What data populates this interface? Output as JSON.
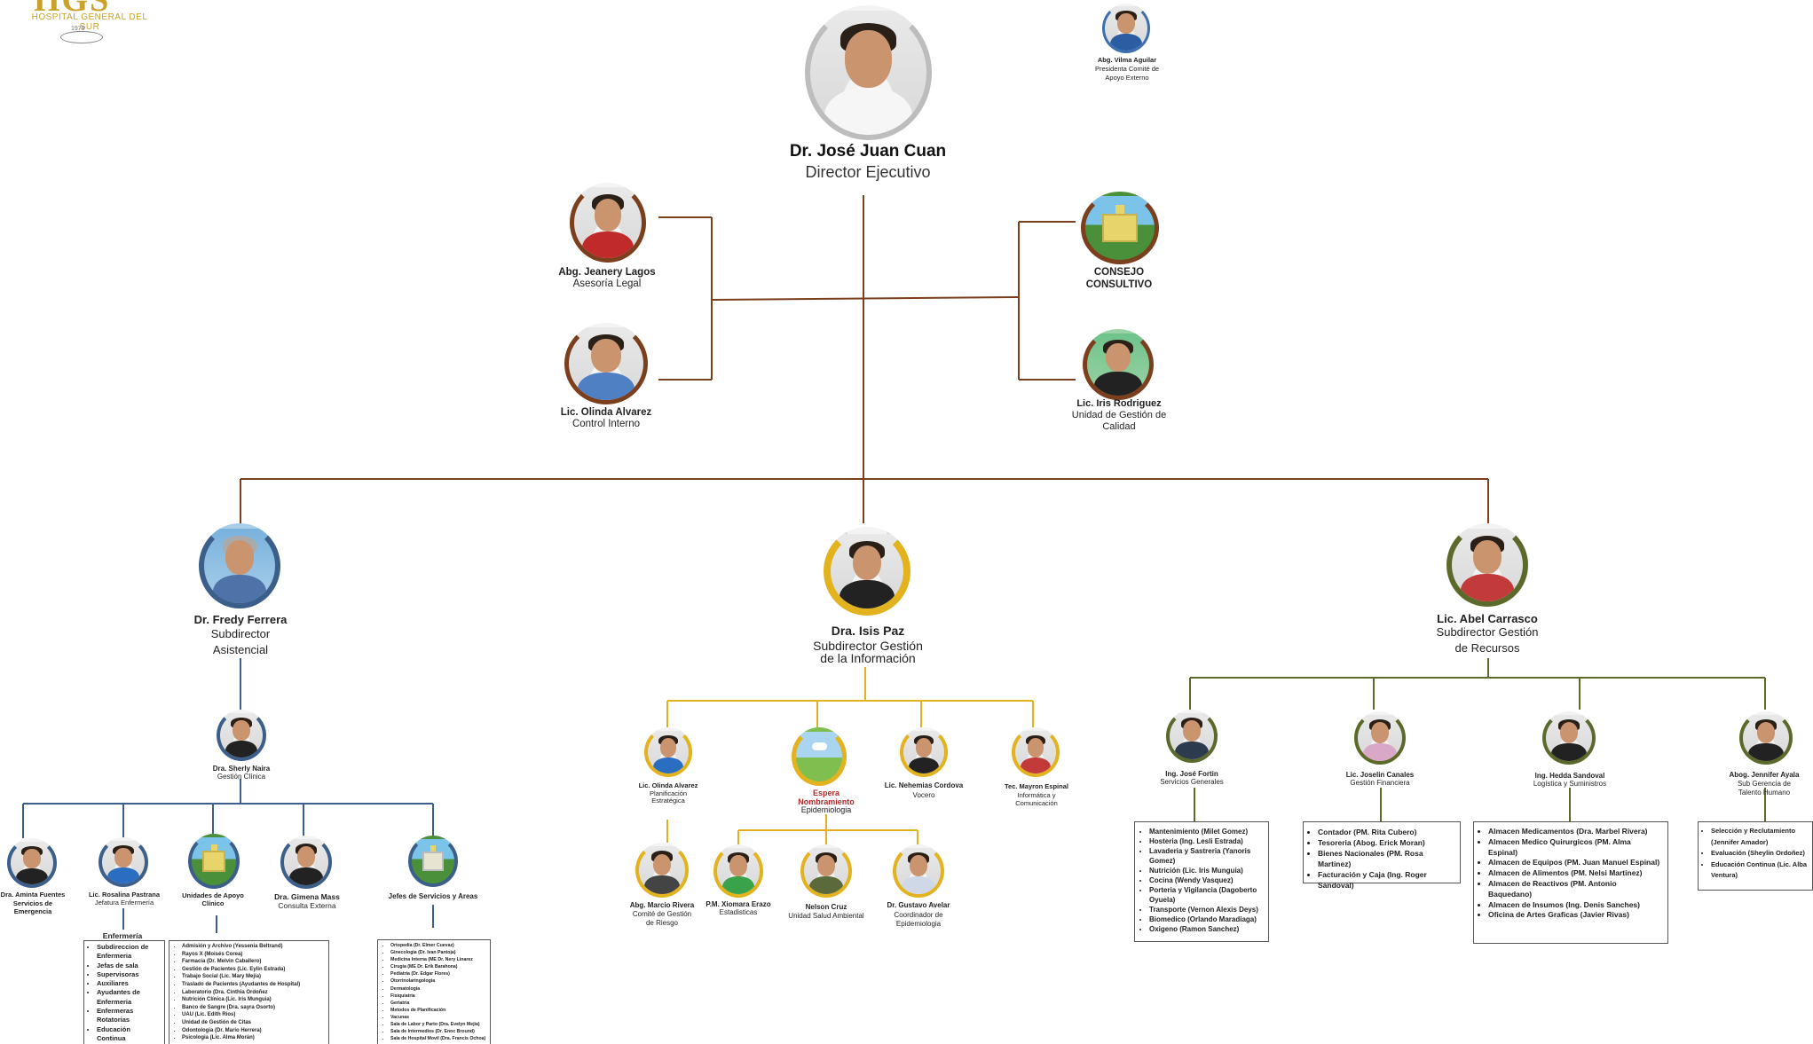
{
  "logo": {
    "letters": "HGS",
    "name": "HOSPITAL GENERAL DEL SUR",
    "year": "1979"
  },
  "colors": {
    "brown": "#7b3f1d",
    "blue": "#3b5f8a",
    "yellow": "#e3b21f",
    "olive": "#5b6a2b",
    "red": "#b02a2a"
  },
  "director": {
    "name": "Dr. José Juan Cuan",
    "role": "Director Ejecutivo"
  },
  "vilma": {
    "name": "Abg. Vilma Aguilar",
    "role_1": "Presidenta Comité de",
    "role_2": "Apoyo Externo"
  },
  "jeanery": {
    "name": "Abg. Jeanery Lagos",
    "role": "Asesoría Legal"
  },
  "olinda_ci": {
    "name": "Lic. Olinda Alvarez",
    "role": "Control Interno"
  },
  "consejo": {
    "line_1": "CONSEJO",
    "line_2": "CONSULTIVO"
  },
  "iris": {
    "name": "Lic. Iris Rodriguez",
    "role_1": "Unidad de Gestión de",
    "role_2": "Calidad"
  },
  "fredy": {
    "name": "Dr. Fredy Ferrera",
    "role_1": "Subdirector",
    "role_2": "Asistencial"
  },
  "isis": {
    "name": "Dra. Isis Paz",
    "role_1": "Subdirector Gestión",
    "role_2": "de la Información"
  },
  "abel": {
    "name": "Lic. Abel Carrasco",
    "role_1": "Subdirector Gestión",
    "role_2": "de Recursos"
  },
  "sherly": {
    "name": "Dra. Sherly Naira",
    "role": "Gestión Clínica"
  },
  "asistencial_children": [
    {
      "name_1": "Dra. Aminta Fuentes",
      "name_2": "Servicios de",
      "name_3": "Emergencia"
    },
    {
      "name_1": "Lic. Rosalina Pastrana",
      "name_2": "Jefatura Enfermería",
      "name_3": ""
    },
    {
      "name_1": "Unidades de Apoyo",
      "name_2": "Clínico",
      "name_3": ""
    },
    {
      "name_1": "Dra. Gimena Mass",
      "name_2": "Consulta Externa",
      "name_3": ""
    },
    {
      "name_1": "Jefes de Servicios y Areas",
      "name_2": "",
      "name_3": ""
    }
  ],
  "enfermeria": {
    "title": "Enfermería",
    "items": [
      "Subdireccion de Enfermeria",
      "Jefas de sala",
      "Supervisoras",
      "Auxiliares",
      "Ayudantes de Enfermeria",
      "Enfermeras Rotatorias",
      "Educación Continua"
    ]
  },
  "apoyo_clinico_items": [
    "Admisión y Archivo (Yessenia Beltrand)",
    "Rayos X (Moisés Corea)",
    "Farmacia (Dr. Melvin Caballero)",
    "Gestión de Pacientes (Lic. Eylin Estrada)",
    "Trabajo Social (Lic. Mary Mejía)",
    "Traslado de Pacientes (Ayudantes de Hospital)",
    "Laboratorio (Dra. Cinthia Ordoñez",
    "Nutrición Clínica (Lic. Iris Munguia)",
    "Banco de Sangre (Dra. sayra Osorto)",
    "UAU (Lic. Edith Rios)",
    "Unidad de Gestión de Citas",
    "Odontologia (Dr. Mario Herrera)",
    "Psicologia (Lic. Alma Morán)"
  ],
  "jefes_items": [
    "Ortopedia (Dr. Elmer Cuevaz)",
    "Ginecologia (Dr. Ivan Pantoja)",
    "Medicina Interna (ME Dr. Nery Linarez",
    "Cirugia (ME Dr. Erik Barahona)",
    "Pediatria (Dr. Edgar Flores)",
    "Otorrinolaringologia",
    "Dermatologia",
    "Fisiquiatria",
    "Geriatria",
    "Metodos de Planificación",
    "Vacunas",
    "Sala de Labor y Parto (Dra. Evelyn Mejia)",
    "Sala de Intermedios (Dr. Enoc Bround)",
    "Sala de Hospital Movil (Dra. Francis Ochoa)"
  ],
  "info_children": [
    {
      "name": "Lic. Olinda Alvarez",
      "role_1": "Planificación",
      "role_2": "Estratégica"
    },
    {
      "name": "Espera",
      "name_2": "Nombramiento",
      "role_1": "Epidemiologia",
      "role_2": ""
    },
    {
      "name": "Lic. Nehemias Cordova",
      "role_1": "Vocero",
      "role_2": ""
    },
    {
      "name": "Tec. Mayron Espinal",
      "role_1": "Informática y",
      "role_2": "Comunicación"
    }
  ],
  "marcio": {
    "name": "Abg. Marcio Rivera",
    "role_1": "Comité de Gestión",
    "role_2": "de Riesgo"
  },
  "epi_children": [
    {
      "name": "P.M. Xiomara Erazo",
      "role_1": "Estadisticas",
      "role_2": ""
    },
    {
      "name": "Nelson Cruz",
      "role_1": "Unidad Salud Ambiental",
      "role_2": ""
    },
    {
      "name": "Dr. Gustavo Avelar",
      "role_1": "Coordinador de",
      "role_2": "Epidemiologia"
    }
  ],
  "recursos_children": [
    {
      "name": "Ing. José Fortin",
      "role": "Servicios Generales",
      "items": [
        "Mantenimiento (Milet Gomez)",
        "Hosteria (Ing. Lesli Estrada)",
        "Lavaderia y Sastreria (Yanoris Gomez)",
        "Nutrición (Lic. Iris Munguia)",
        "Cocina (Wendy Vasquez)",
        "Porteria y Vigilancia (Dagoberto Oyuela)",
        "Transporte (Vernon Alexis Deys)",
        "Biomedico (Orlando Maradiaga)",
        "Oxigeno (Ramon Sanchez)"
      ]
    },
    {
      "name": "Lic. Joselin Canales",
      "role": "Gestión Financiera",
      "items": [
        "Contador (PM. Rita Cubero)",
        "Tesoreria (Abog. Erick Moran)",
        "Bienes Nacionales (PM. Rosa Martinez)",
        "Facturación y Caja (Ing. Roger Sandoval)"
      ]
    },
    {
      "name": "Ing. Hedda Sandoval",
      "role": "Logística y Suministros",
      "items": [
        "Almacen Medicamentos (Dra. Marbel Rivera)",
        "Almacen Medico Quirurgicos (PM. Alma Espinal)",
        "Almacen de Equipos (PM. Juan Manuel Espinal)",
        "Almacen de Alimentos (PM. Nelsi Martinez)",
        "Almacen de Reactivos (PM. Antonio Baquedano)",
        "Almacen de Insumos (Ing. Denis Sanches)",
        "Oficina de Artes Graficas (Javier Rivas)"
      ]
    },
    {
      "name": "Abog. Jennifer Ayala",
      "role_1": "Sub Gerencia de",
      "role_2": "Talento Humano",
      "items": [
        "Selección y Reclutamiento (Jennifer Amador)",
        "Evaluación (Sheylin Ordoñez)",
        "Educación Continua (Lic. Alba Ventura)"
      ]
    }
  ]
}
